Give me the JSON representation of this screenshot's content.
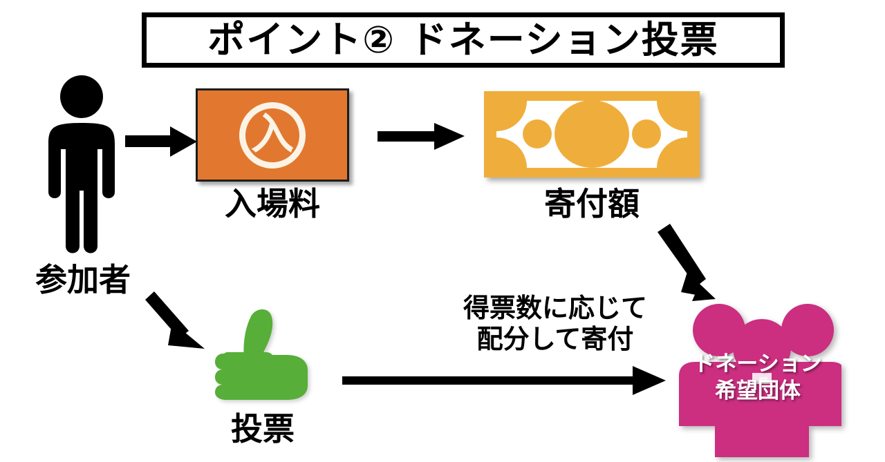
{
  "title": {
    "text": "ポイント② ドネーション投票"
  },
  "nodes": {
    "participant": {
      "icon": "person-pictogram-icon",
      "caption": "参加者"
    },
    "admission": {
      "icon": "ticket-icon",
      "badge_kanji": "入",
      "caption": "入場料",
      "color": "#E2782F"
    },
    "donation_amount": {
      "icon": "banknote-icon",
      "caption": "寄付額",
      "color": "#EFAE3C"
    },
    "vote": {
      "icon": "thumbs-up-icon",
      "caption": "投票",
      "color": "#57AE38"
    },
    "organizations": {
      "icon": "people-group-icon",
      "label_line1": "ドネーション",
      "label_line2": "希望団体",
      "color": "#CC2E80"
    }
  },
  "annotations": {
    "distribution_note_line1": "得票数に応じて",
    "distribution_note_line2": "配分して寄付"
  },
  "arrows": [
    {
      "name": "participant-to-admission",
      "from": "participant",
      "to": "admission"
    },
    {
      "name": "admission-to-donation",
      "from": "admission",
      "to": "donation_amount"
    },
    {
      "name": "donation-to-organizations",
      "from": "donation_amount",
      "to": "organizations"
    },
    {
      "name": "participant-to-vote",
      "from": "participant",
      "to": "vote"
    },
    {
      "name": "vote-to-organizations",
      "from": "vote",
      "to": "organizations"
    }
  ],
  "palette": {
    "ink": "#000000",
    "background": "#FFFFFF",
    "orange": "#E2782F",
    "gold": "#EFAE3C",
    "green": "#57AE38",
    "pink": "#CC2E80",
    "cream": "#FBF3E6"
  }
}
